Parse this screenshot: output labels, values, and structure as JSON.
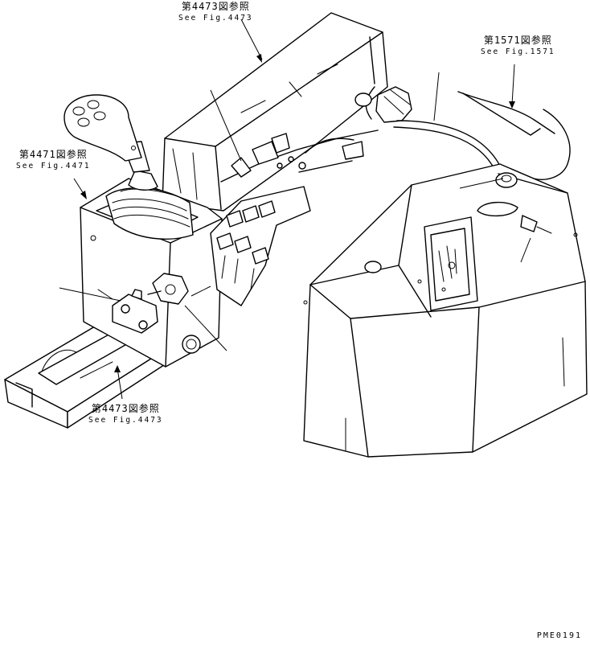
{
  "callouts": [
    {
      "jp": "第4473図参照",
      "en": "See Fig.4473"
    },
    {
      "jp": "第1571図参照",
      "en": "See Fig.1571"
    },
    {
      "jp": "第4471図参照",
      "en": "See Fig.4471"
    },
    {
      "jp": "第4473図参照",
      "en": "See Fig.4473"
    }
  ],
  "drawing_code": "PME0191"
}
